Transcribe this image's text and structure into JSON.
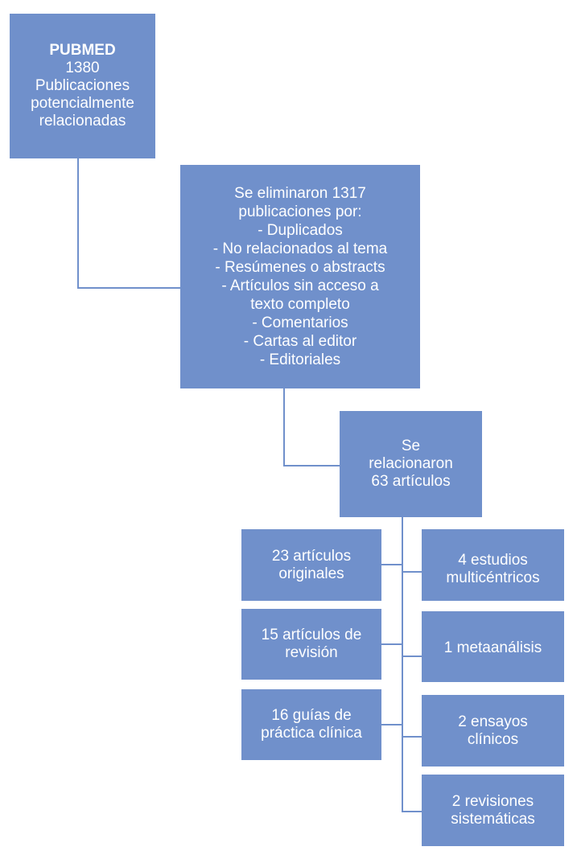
{
  "source": {
    "title": "PUBMED",
    "lines": [
      "1380",
      "Publicaciones",
      "potencialmente",
      "relacionadas"
    ]
  },
  "excluded": {
    "lines": [
      "Se eliminaron 1317",
      "publicaciones por:",
      "- Duplicados",
      "- No relacionados al tema",
      "- Resúmenes o abstracts",
      "- Artículos sin acceso a",
      "texto completo",
      "- Comentarios",
      "- Cartas al editor",
      "- Editoriales"
    ]
  },
  "included": {
    "lines": [
      "Se",
      "relacionaron",
      "63 artículos"
    ]
  },
  "left": [
    {
      "lines": [
        "23 artículos",
        "originales"
      ]
    },
    {
      "lines": [
        "15 artículos de",
        "revisión"
      ]
    },
    {
      "lines": [
        "16 guías de",
        "práctica clínica"
      ]
    }
  ],
  "right": [
    {
      "lines": [
        "4 estudios",
        "multicéntricos"
      ]
    },
    {
      "lines": [
        "1 metaanálisis"
      ]
    },
    {
      "lines": [
        "2 ensayos",
        "clínicos"
      ]
    },
    {
      "lines": [
        "2 revisiones",
        "sistemáticas"
      ]
    }
  ]
}
